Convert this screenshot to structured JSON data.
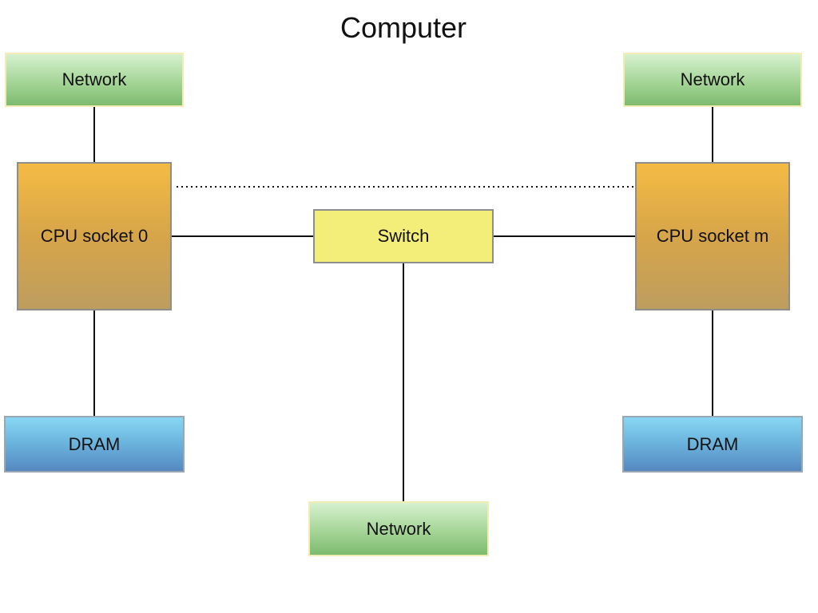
{
  "diagram": {
    "title": "Computer",
    "nodes": {
      "network_left": "Network",
      "network_right": "Network",
      "network_bottom": "Network",
      "cpu_left": "CPU socket 0",
      "cpu_right": "CPU socket m",
      "switch": "Switch",
      "dram_left": "DRAM",
      "dram_right": "DRAM"
    },
    "connections": [
      {
        "from": "network_left",
        "to": "cpu_left",
        "style": "solid"
      },
      {
        "from": "network_right",
        "to": "cpu_right",
        "style": "solid"
      },
      {
        "from": "cpu_left",
        "to": "switch",
        "style": "solid"
      },
      {
        "from": "switch",
        "to": "cpu_right",
        "style": "solid"
      },
      {
        "from": "cpu_left",
        "to": "cpu_right",
        "style": "dotted"
      },
      {
        "from": "cpu_left",
        "to": "dram_left",
        "style": "solid"
      },
      {
        "from": "cpu_right",
        "to": "dram_right",
        "style": "solid"
      },
      {
        "from": "switch",
        "to": "network_bottom",
        "style": "solid"
      }
    ]
  },
  "colors": {
    "network": "#a5d597",
    "dram": "#6ab2dc",
    "cpu": "#d7a54a",
    "switch": "#f3ed79",
    "line": "#111111"
  }
}
